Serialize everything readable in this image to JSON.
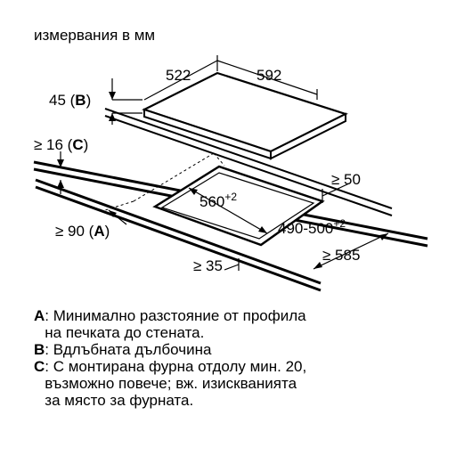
{
  "header": "измервания в мм",
  "dimensions": {
    "width_top": "522",
    "depth_top": "592",
    "height_value": "45 (",
    "height_key": "B",
    "height_close": ")",
    "clearance_value": "≥ 16 (",
    "clearance_key": "C",
    "clearance_close": ")",
    "wall_value": "≥ 90 (",
    "wall_key": "A",
    "wall_close": ")",
    "cutout_width_base": "560",
    "cutout_width_tol": "+2",
    "cutout_depth_base": "490-500",
    "cutout_depth_tol": "+2",
    "right_edge": "≥ 50",
    "front_edge": "≥ 35",
    "worktop_depth": "≥ 585"
  },
  "legend": [
    {
      "key": "A",
      "text": ": Минимално разстояние от профила\nна печката до стената."
    },
    {
      "key": "B",
      "text": ": Вдлъбната дълбочина"
    },
    {
      "key": "C",
      "text": ": С монтирана фурна отдолу мин. 20,\nвъзможно повече; вж. изискванията\nза място за фурната."
    }
  ]
}
